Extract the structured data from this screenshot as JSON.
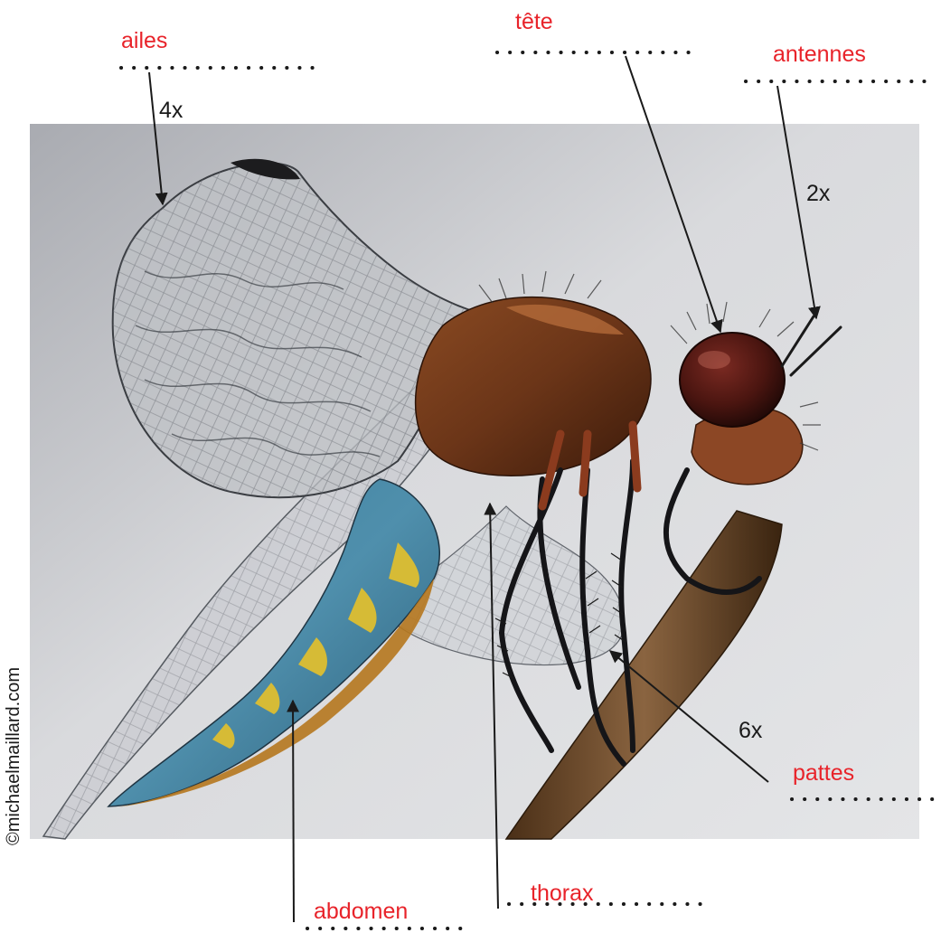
{
  "labels": {
    "ailes": "ailes",
    "ailes_count": "4x",
    "tete": "tête",
    "antennes": "antennes",
    "antennes_count": "2x",
    "pattes": "pattes",
    "pattes_count": "6x",
    "abdomen": "abdomen",
    "thorax": "thorax"
  },
  "credit": "©michaelmaillard.com",
  "colors": {
    "label_red": "#e8232a",
    "count_black": "#1a1a1a",
    "background_photo": "#d7d8dc"
  }
}
